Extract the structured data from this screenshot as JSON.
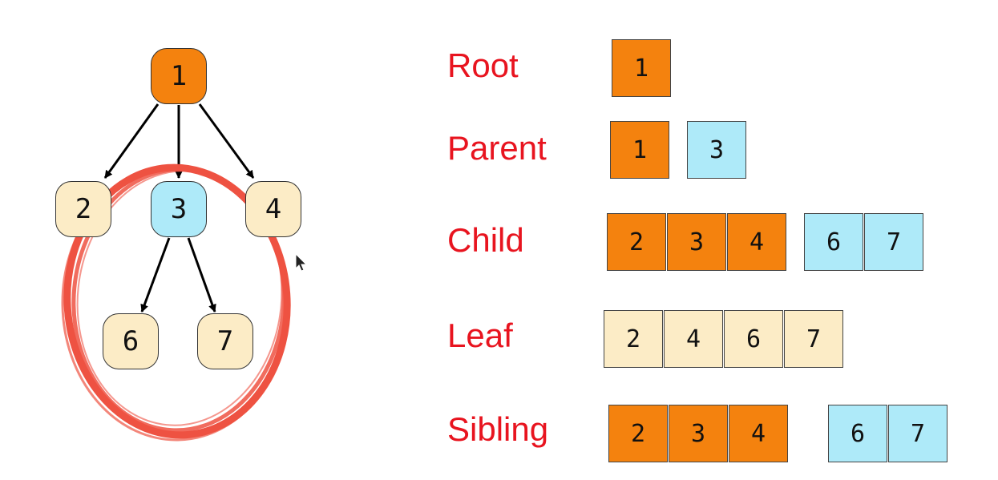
{
  "colors": {
    "orange": "#f4820e",
    "blue": "#aeeaf9",
    "cream": "#fcecc6",
    "term_red": "#e8141f",
    "circle_red": "#ee5242"
  },
  "tree": {
    "nodes": [
      {
        "id": "1",
        "label": "1",
        "color": "orange"
      },
      {
        "id": "2",
        "label": "2",
        "color": "cream"
      },
      {
        "id": "3",
        "label": "3",
        "color": "blue"
      },
      {
        "id": "4",
        "label": "4",
        "color": "cream"
      },
      {
        "id": "6",
        "label": "6",
        "color": "cream"
      },
      {
        "id": "7",
        "label": "7",
        "color": "cream"
      }
    ],
    "edges": [
      [
        "1",
        "2"
      ],
      [
        "1",
        "3"
      ],
      [
        "1",
        "4"
      ],
      [
        "3",
        "6"
      ],
      [
        "3",
        "7"
      ]
    ],
    "highlight": "subtree-3"
  },
  "terms": [
    {
      "label": "Root",
      "groups": [
        {
          "color": "orange",
          "items": [
            "1"
          ]
        }
      ]
    },
    {
      "label": "Parent",
      "groups": [
        {
          "color": "orange",
          "items": [
            "1"
          ]
        },
        {
          "color": "blue",
          "items": [
            "3"
          ]
        }
      ]
    },
    {
      "label": "Child",
      "groups": [
        {
          "color": "orange",
          "items": [
            "2",
            "3",
            "4"
          ]
        },
        {
          "color": "blue",
          "items": [
            "6",
            "7"
          ]
        }
      ]
    },
    {
      "label": "Leaf",
      "groups": [
        {
          "color": "cream",
          "items": [
            "2",
            "4",
            "6",
            "7"
          ]
        }
      ]
    },
    {
      "label": "Sibling",
      "groups": [
        {
          "color": "orange",
          "items": [
            "2",
            "3",
            "4"
          ]
        },
        {
          "color": "blue",
          "items": [
            "6",
            "7"
          ]
        }
      ]
    }
  ]
}
